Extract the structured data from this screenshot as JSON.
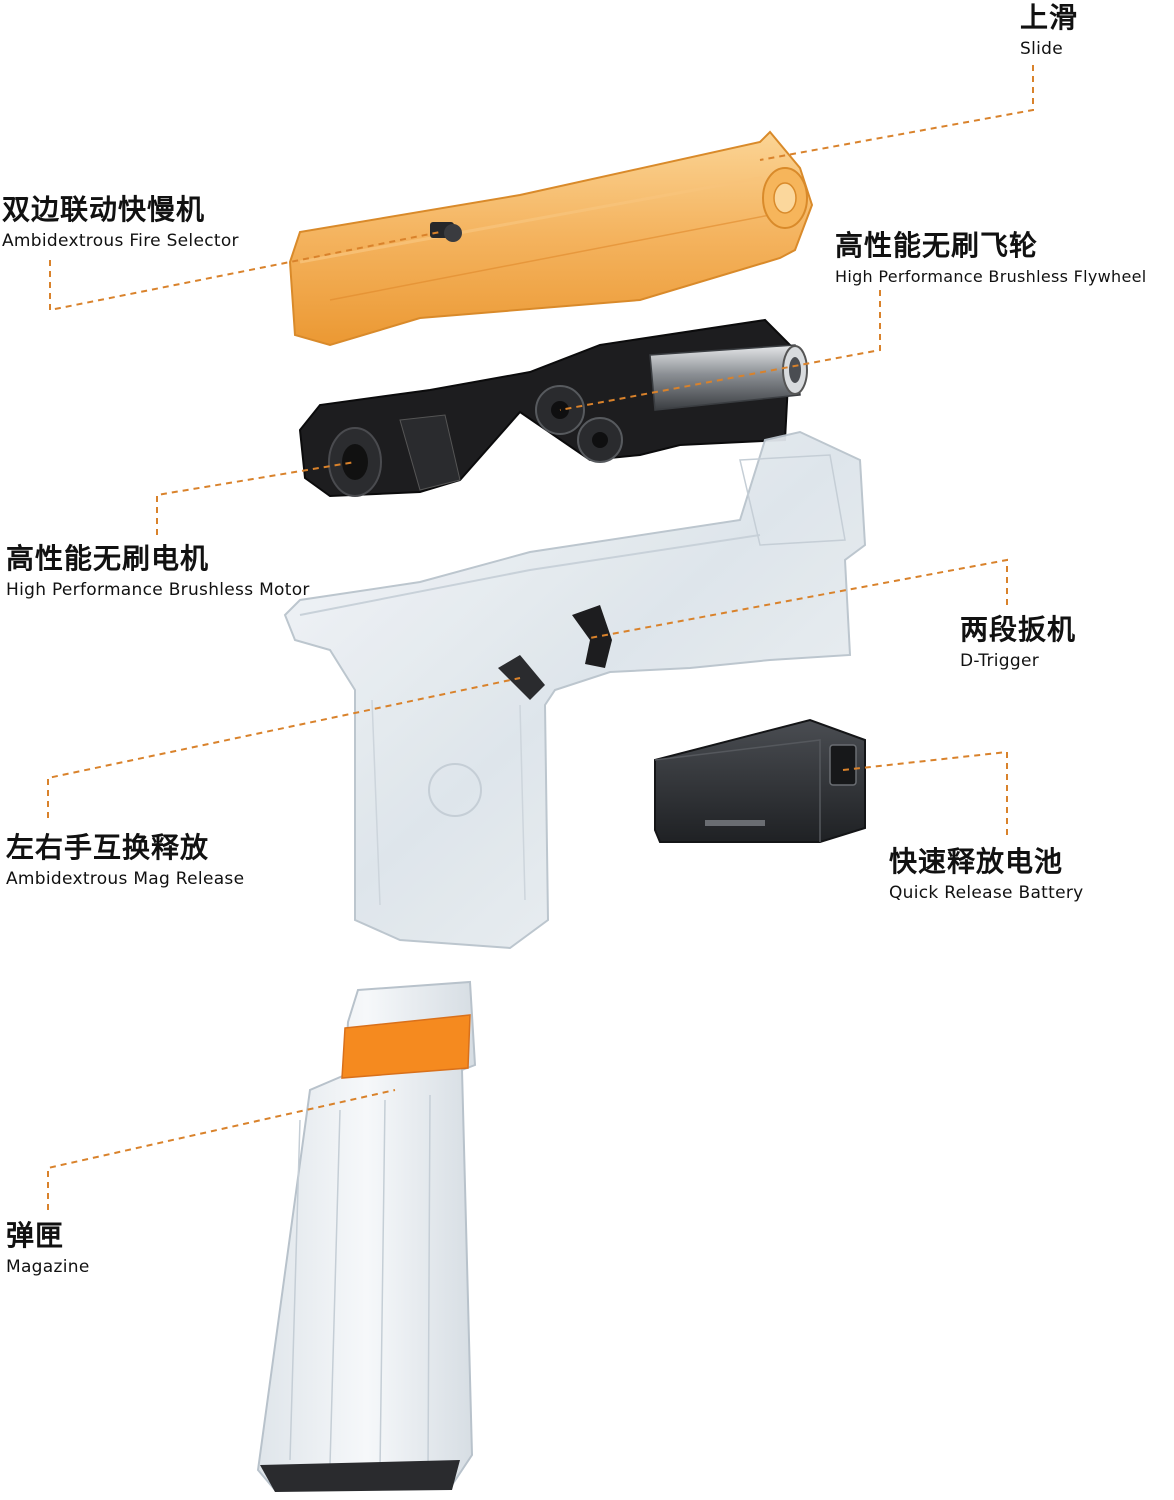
{
  "callouts": {
    "slide": {
      "zh": "上滑",
      "en": "Slide"
    },
    "fire_selector": {
      "zh": "双边联动快慢机",
      "en": "Ambidextrous Fire Selector"
    },
    "flywheel": {
      "zh": "高性能无刷飞轮",
      "en": "High Performance Brushless Flywheel"
    },
    "motor": {
      "zh": "高性能无刷电机",
      "en": "High Performance Brushless Motor"
    },
    "trigger": {
      "zh": "两段扳机",
      "en": "D-Trigger"
    },
    "mag_release": {
      "zh": "左右手互换释放",
      "en": "Ambidextrous Mag Release"
    },
    "battery": {
      "zh": "快速释放电池",
      "en": "Quick Release Battery"
    },
    "magazine": {
      "zh": "弹匣",
      "en": "Magazine"
    }
  },
  "colors": {
    "leader_line": "#d9822b",
    "slide_orange": "#f2a541",
    "mechanism_dark": "#1d1d1f",
    "clear_shell": "#e9eef2",
    "mag_follower": "#f58a1f",
    "battery_gray": "#2d2f33"
  }
}
